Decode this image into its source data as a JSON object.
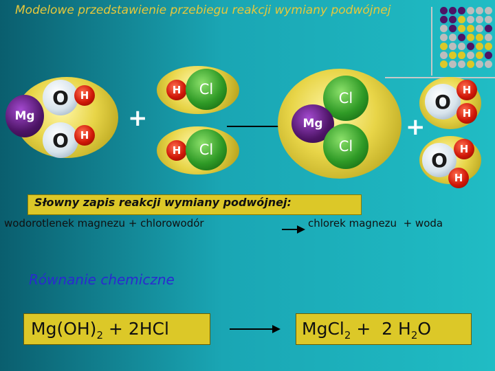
{
  "title": "Modelowe przedstawienie przebiegu reakcji wymiany podwójnej",
  "molecules": {
    "mg_oh2": {
      "center": "Mg",
      "group_atoms": [
        "O",
        "H",
        "O",
        "H"
      ]
    },
    "hcl_pair": {
      "atoms": [
        "H",
        "Cl",
        "H",
        "Cl"
      ]
    },
    "mgcl2": {
      "center": "Mg",
      "atoms": [
        "Cl",
        "Cl"
      ]
    },
    "h2o_pair": {
      "atoms": [
        "O",
        "H",
        "H",
        "O",
        "H",
        "H"
      ]
    }
  },
  "plus_sign": "+",
  "word_equation": {
    "heading": "Słowny zapis reakcji wymiany podwójnej:",
    "reactants": "wodorotlenek magnezu + chlorowodór",
    "products": "chlorek magnezu  + woda"
  },
  "chemical_equation": {
    "heading": "Równanie chemiczne",
    "left_main": "Mg(OH)",
    "left_sub": "2",
    "left_rest": " + 2HCl",
    "right_main": "MgCl",
    "right_sub": "2",
    "right_mid": " +  2 H",
    "right_sub2": "2",
    "right_end": "O"
  },
  "colors": {
    "background": "#1aa6b4",
    "title": "#e8c83a",
    "magnesium": "#4d1466",
    "oxygen": "#d8e4ec",
    "hydrogen": "#d01808",
    "chlorine": "#2f9a26",
    "box": "#dcc828",
    "heading": "#2a2ad0"
  },
  "decor_dots": [
    "#4d1466",
    "#4d1466",
    "#4d1466",
    "#bdbdbd",
    "#bdbdbd",
    "#bdbdbd",
    "#4d1466",
    "#4d1466",
    "#dcc828",
    "#bdbdbd",
    "#bdbdbd",
    "#bdbdbd",
    "#bdbdbd",
    "#4d1466",
    "#dcc828",
    "#dcc828",
    "#bdbdbd",
    "#4d1466",
    "#bdbdbd",
    "#bdbdbd",
    "#4d1466",
    "#dcc828",
    "#dcc828",
    "#bdbdbd",
    "#dcc828",
    "#bdbdbd",
    "#bdbdbd",
    "#4d1466",
    "#dcc828",
    "#dcc828",
    "#bdbdbd",
    "#dcc828",
    "#dcc828",
    "#bdbdbd",
    "#dcc828",
    "#4d1466",
    "#dcc828",
    "#bdbdbd",
    "#bdbdbd",
    "#dcc828",
    "#bdbdbd",
    "#bdbdbd"
  ]
}
